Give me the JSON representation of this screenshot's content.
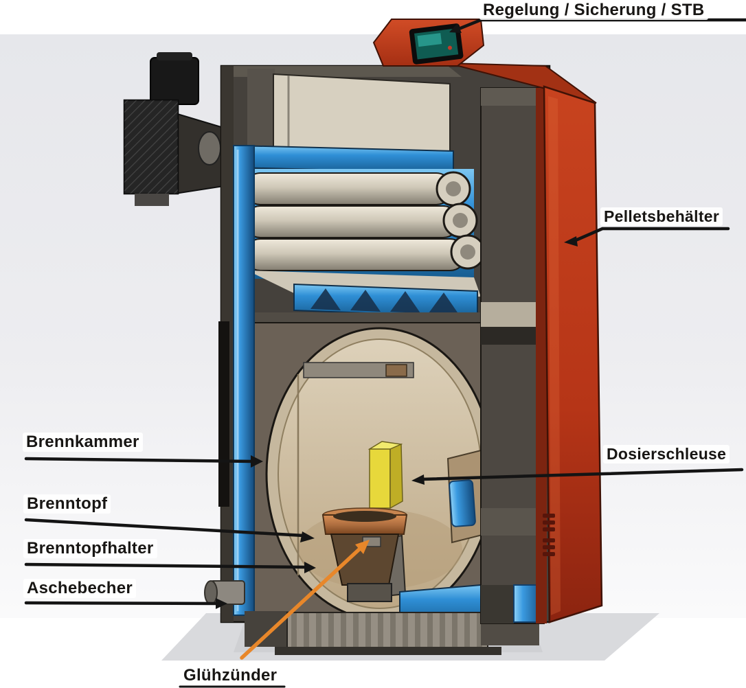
{
  "diagram": {
    "name": "Pellet boiler cutaway diagram",
    "labels": {
      "regelung": "Regelung / Sicherung / STB",
      "pelletsbehaelter": "Pelletsbehälter",
      "dosierschleuse": "Dosierschleuse",
      "brennkammer": "Brennkammer",
      "brenntopf": "Brenntopf",
      "brenntopfhalter": "Brenntopfhalter",
      "aschebecher": "Aschebecher",
      "gluehzuender": "Glühzünder"
    },
    "colors": {
      "hopper_red": "#bd3a1c",
      "water_blue": "#3a9ae0",
      "dosing_yellow": "#e7d83b",
      "burnpot_copper": "#b06f40",
      "casing_gray": "#46413b",
      "chamber_beige": "#d5c6a8",
      "callout_black": "#141414",
      "igniter_arrow_orange": "#e8872a"
    }
  }
}
